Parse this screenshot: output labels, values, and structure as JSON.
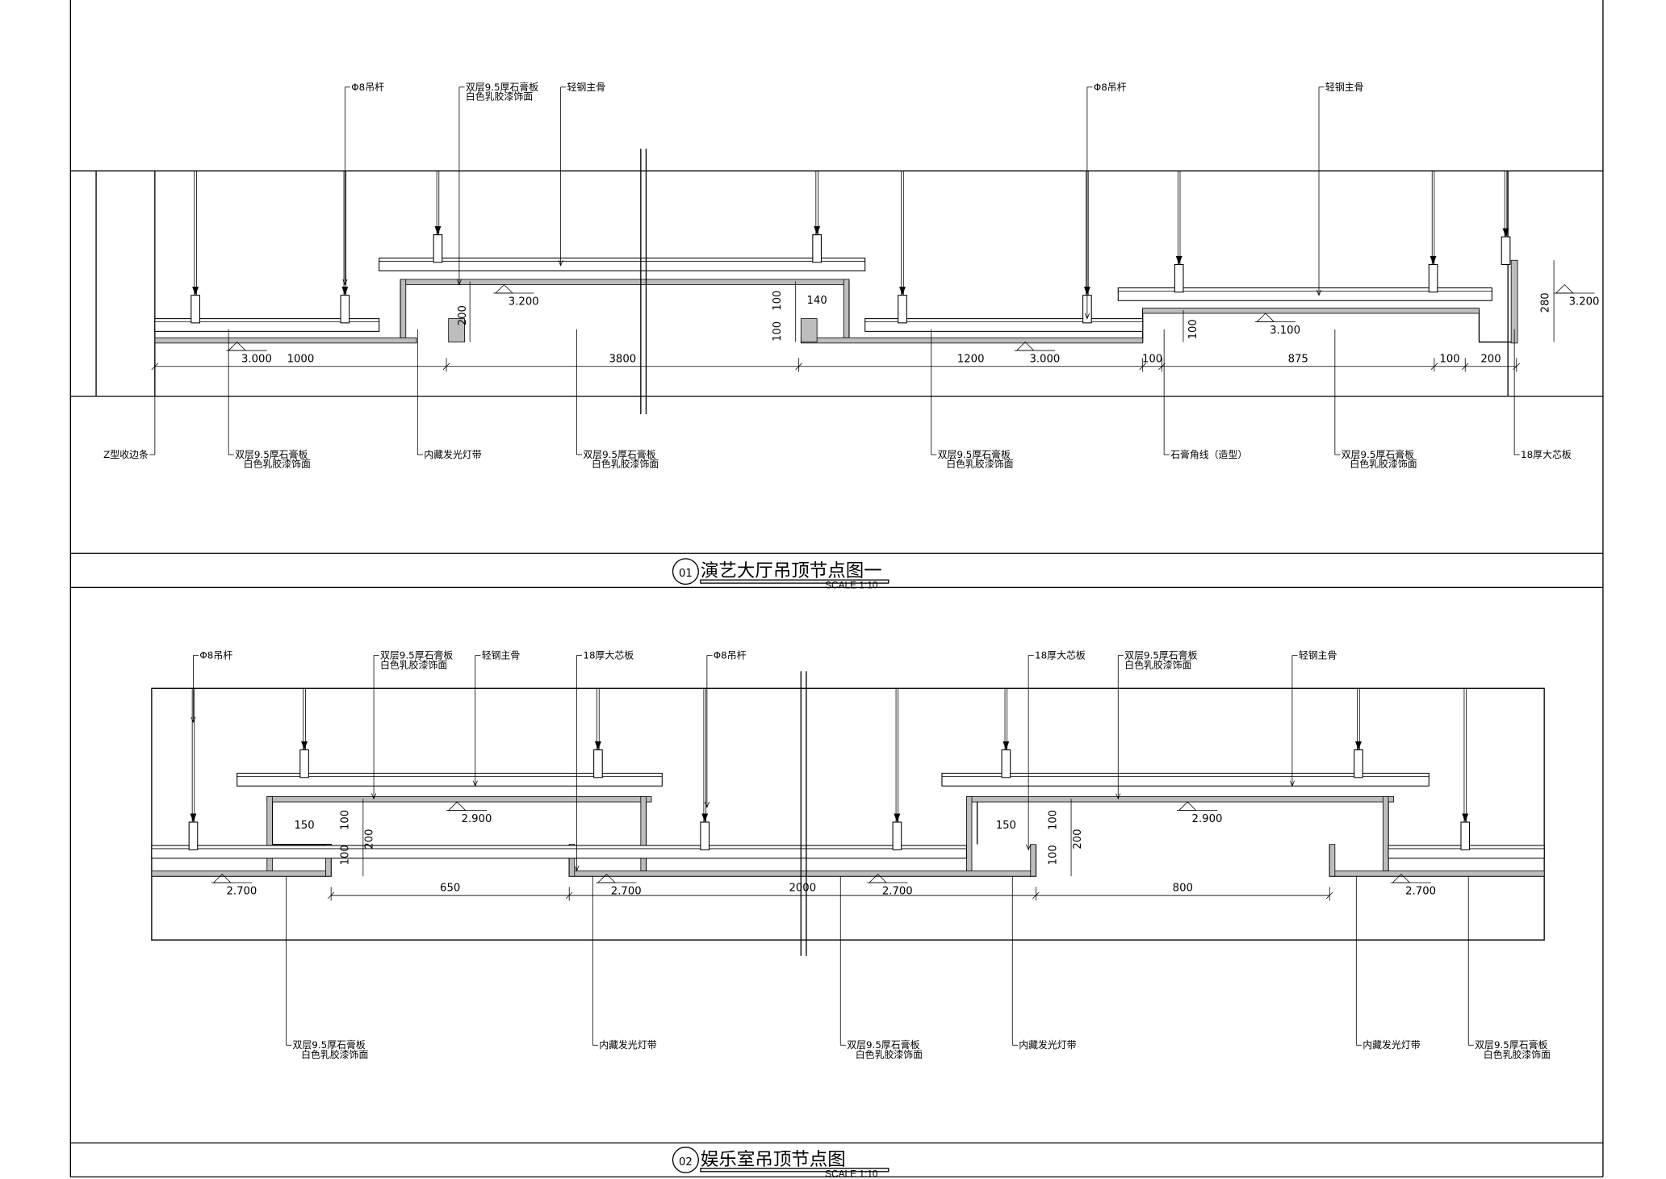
{
  "drawing1": {
    "number": "01",
    "title": "演艺大厅吊顶节点图一",
    "scale": "SCALE  1:10",
    "top_labels": [
      [
        "Φ8吊杆"
      ],
      [
        "双层9.5厚石膏板",
        "白色乳胶漆饰面"
      ],
      [
        "轻钢主骨"
      ],
      [
        "Φ8吊杆"
      ],
      [
        "轻钢主骨"
      ]
    ],
    "bottom_labels": [
      [
        "Z型收边条"
      ],
      [
        "双层9.5厚石膏板",
        "白色乳胶漆饰面"
      ],
      [
        "内藏发光灯带"
      ],
      [
        "双层9.5厚石膏板",
        "白色乳胶漆饰面"
      ],
      [
        "双层9.5厚石膏板",
        "白色乳胶漆饰面"
      ],
      [
        "石膏角线（造型）"
      ],
      [
        "双层9.5厚石膏板",
        "白色乳胶漆饰面"
      ],
      [
        "18厚大芯板"
      ]
    ],
    "elevations": [
      "3.000",
      "3.200",
      "3.000",
      "3.100",
      "3.200"
    ],
    "horizontal_dims": [
      "1000",
      "3800",
      "1200",
      "100",
      "875",
      "100",
      "200"
    ],
    "other_dims": [
      "200",
      "100",
      "100",
      "140",
      "100",
      "280"
    ]
  },
  "drawing2": {
    "number": "02",
    "title": "娱乐室吊顶节点图",
    "scale": "SCALE  1:10",
    "top_labels": [
      [
        "Φ8吊杆"
      ],
      [
        "双层9.5厚石膏板",
        "白色乳胶漆饰面"
      ],
      [
        "轻钢主骨"
      ],
      [
        "18厚大芯板"
      ],
      [
        "Φ8吊杆"
      ],
      [
        "18厚大芯板"
      ],
      [
        "双层9.5厚石膏板",
        "白色乳胶漆饰面"
      ],
      [
        "轻钢主骨"
      ]
    ],
    "bottom_labels": [
      [
        "双层9.5厚石膏板",
        "白色乳胶漆饰面"
      ],
      [
        "内藏发光灯带"
      ],
      [
        "双层9.5厚石膏板",
        "白色乳胶漆饰面"
      ],
      [
        "内藏发光灯带"
      ],
      [
        "内藏发光灯带"
      ],
      [
        "双层9.5厚石膏板",
        "白色乳胶漆饰面"
      ]
    ],
    "elevations": [
      "2.700",
      "2.900",
      "2.700",
      "2.700",
      "2.900",
      "2.700"
    ],
    "horizontal_dims": [
      "650",
      "2000",
      "800"
    ],
    "other_dims": [
      "150",
      "100",
      "100",
      "200",
      "150",
      "100",
      "100",
      "200"
    ]
  }
}
